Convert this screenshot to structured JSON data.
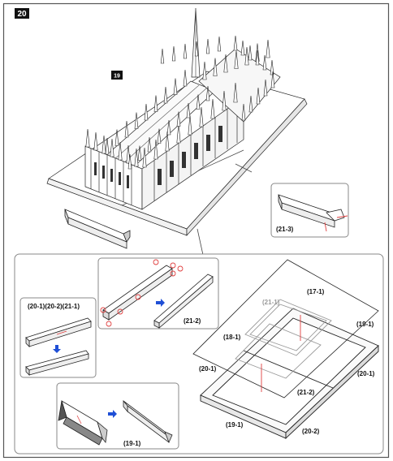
{
  "page": {
    "step_number": "20",
    "component_badge": "19"
  },
  "colors": {
    "accent_blue": "#1f4fd6",
    "guide_red": "#e04040",
    "panel_border": "#888888",
    "line": "#222222"
  },
  "panels": {
    "top_right_inset": {
      "label": "(21-3)"
    },
    "step_a": {
      "label": "(20-1)(20-2)(21-1)"
    },
    "step_b": {
      "label": "(21-2)"
    },
    "step_c": {
      "label": "(19-1)"
    }
  },
  "assembly": {
    "labels": {
      "part_21_1": "(21-1)",
      "part_17_1": "(17-1)",
      "part_18_1": "(18-1)",
      "part_19_1_right": "(19-1)",
      "part_20_1_left": "(20-1)",
      "part_20_1_right": "(20-1)",
      "part_21_2": "(21-2)",
      "part_19_1_bottom": "(19-1)",
      "part_20_2": "(20-2)"
    }
  },
  "icons": {
    "arrow": "blue-arrow-icon"
  }
}
